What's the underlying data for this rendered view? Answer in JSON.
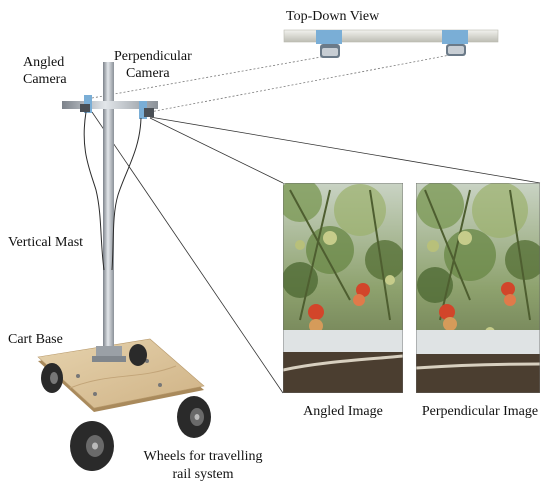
{
  "labels": {
    "top_down_view": "Top-Down View",
    "angled_camera_line1": "Angled",
    "angled_camera_line2": "Camera",
    "perpendicular_camera_line1": "Perpendicular",
    "perpendicular_camera_line2": "Camera",
    "vertical_mast": "Vertical Mast",
    "cart_base": "Cart Base",
    "wheels_line1": "Wheels for travelling",
    "wheels_line2": "rail system",
    "angled_image": "Angled Image",
    "perpendicular_image": "Perpendicular Image"
  },
  "colors": {
    "mast": "#a7adb4",
    "wood": "#d9c29a",
    "wheel": "#2a2a2a",
    "bracket": "#7aaed6",
    "leaf": "#6f8f4a",
    "tomato_red": "#d2452a",
    "tomato_green": "#b8c07a"
  },
  "icons": {
    "camera": "camera-icon",
    "wheel": "wheel-icon"
  }
}
